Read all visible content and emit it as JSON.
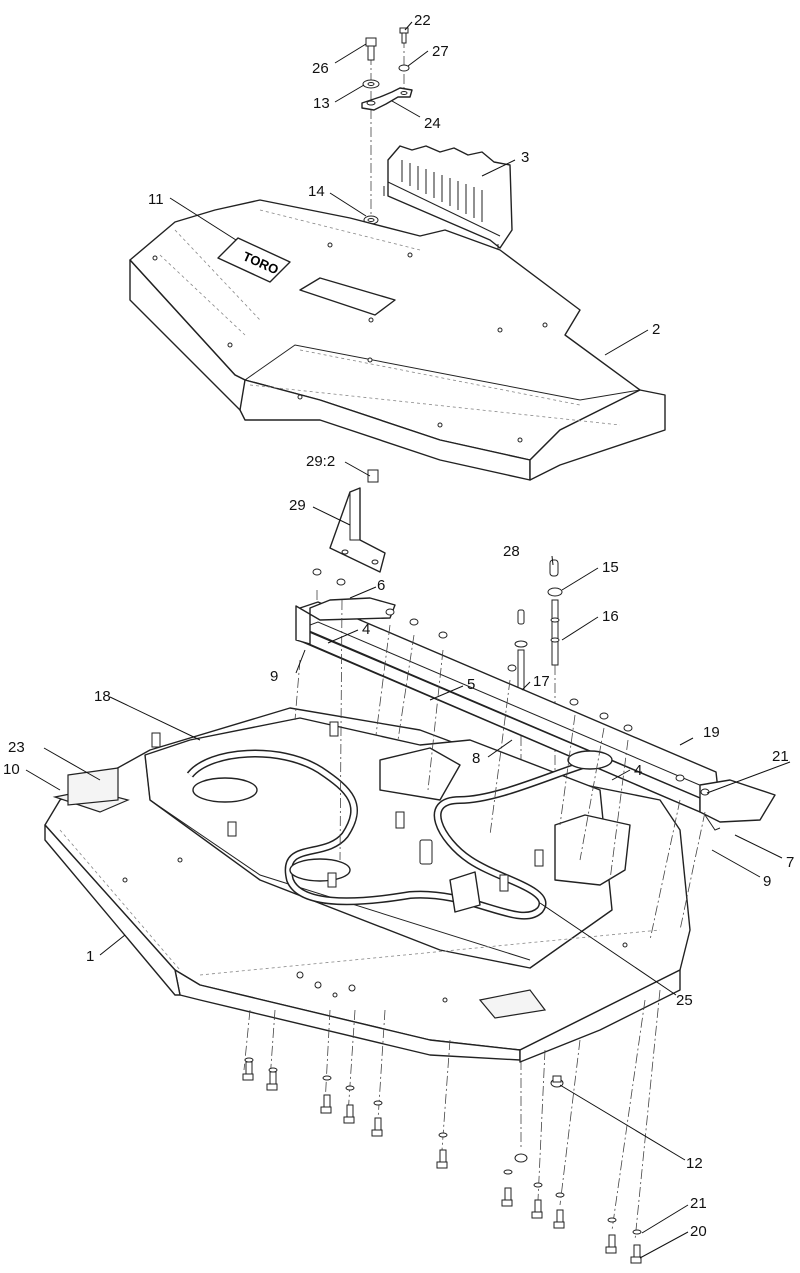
{
  "diagram": {
    "logo_text": "TORO",
    "callouts": {
      "c1": "1",
      "c2": "2",
      "c3": "3",
      "c4a": "4",
      "c4b": "4",
      "c5": "5",
      "c6": "6",
      "c7": "7",
      "c8": "8",
      "c9a": "9",
      "c9b": "9",
      "c10": "10",
      "c11": "11",
      "c12": "12",
      "c13": "13",
      "c14": "14",
      "c15": "15",
      "c16": "16",
      "c17": "17",
      "c18": "18",
      "c19": "19",
      "c20": "20",
      "c21a": "21",
      "c21b": "21",
      "c22": "22",
      "c23": "23",
      "c24": "24",
      "c25": "25",
      "c26": "26",
      "c27": "27",
      "c28": "28",
      "c29": "29",
      "c29_2": "29:2"
    }
  }
}
